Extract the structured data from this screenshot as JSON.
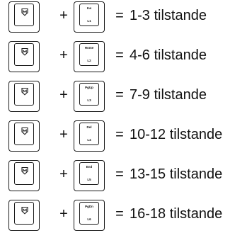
{
  "plus_sign": "+",
  "equals_sign": "=",
  "combos": [
    {
      "function_key_icon": "logo-key-icon",
      "key_top": "Ins",
      "key_bottom": "L1",
      "result": "1-3 tilstande"
    },
    {
      "function_key_icon": "logo-key-icon",
      "key_top": "Home",
      "key_bottom": "L2",
      "result": "4-6 tilstande"
    },
    {
      "function_key_icon": "logo-key-icon",
      "key_top": "PgUp",
      "key_bottom": "L3",
      "result": "7-9 tilstande"
    },
    {
      "function_key_icon": "logo-key-icon",
      "key_top": "Del",
      "key_bottom": "L4",
      "result": "10-12 tilstande"
    },
    {
      "function_key_icon": "logo-key-icon",
      "key_top": "End",
      "key_bottom": "L5",
      "result": "13-15 tilstande"
    },
    {
      "function_key_icon": "logo-key-icon",
      "key_top": "PgDn",
      "key_bottom": "L6",
      "result": "16-18 tilstande"
    }
  ]
}
